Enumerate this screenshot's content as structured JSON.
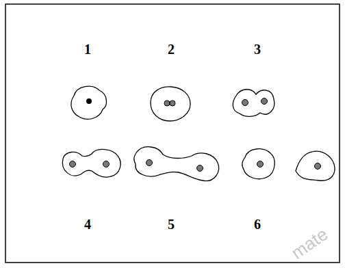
{
  "diagram": {
    "labels": [
      "1",
      "2",
      "3",
      "4",
      "5",
      "6",
      "mate"
    ]
  }
}
